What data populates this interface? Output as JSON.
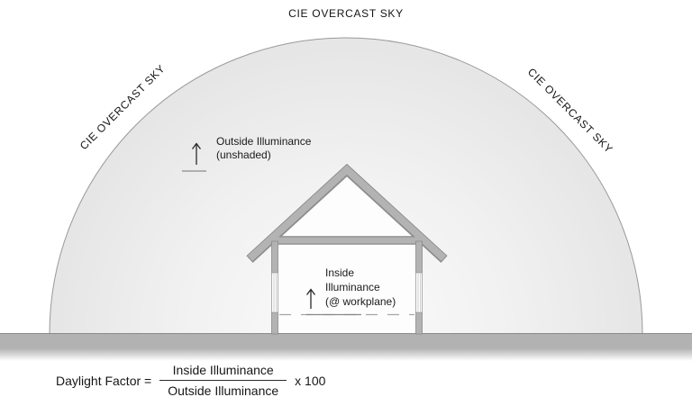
{
  "sky": {
    "label_top": "CIE OVERCAST SKY",
    "label_left": "CIE OVERCAST SKY",
    "label_right": "CIE OVERCAST SKY"
  },
  "annotations": {
    "outside_line1": "Outside Illuminance",
    "outside_line2": "(unshaded)",
    "inside_line1": "Inside",
    "inside_line2": "Illuminance",
    "inside_line3": "(@ workplane)"
  },
  "formula": {
    "lhs": "Daylight Factor =",
    "numerator": "Inside Illuminance",
    "denominator": "Outside Illuminance",
    "multiplier": "x 100"
  },
  "icons": {
    "outside_arrow": "up-arrow",
    "inside_arrow": "up-arrow"
  },
  "colors": {
    "sky_fill_center": "#fafafa",
    "sky_fill_edge": "#e5e5e5",
    "sky_outline": "#999999",
    "structure_fill": "#b3b3b3",
    "structure_outline": "#8a8a8a",
    "ground_fill": "#b2b2b2",
    "interior_fill": "#fdfdfd",
    "workplane_dash": "#a6a6a6",
    "arrow_color": "#2a2a2a",
    "text_color": "#1a1a1a"
  }
}
